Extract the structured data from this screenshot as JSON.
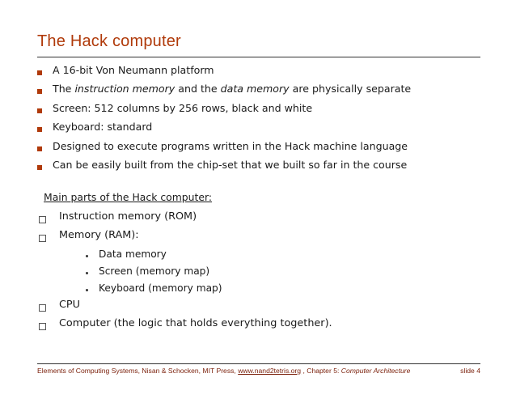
{
  "slide": {
    "title": "The Hack computer",
    "bullets": [
      {
        "text": "A 16-bit Von Neumann platform"
      },
      {
        "pre": "The ",
        "ital1": "instruction memory",
        "mid": " and the ",
        "ital2": "data memory",
        "post": " are physically separate"
      },
      {
        "text": "Screen: 512 columns by 256 rows, black and white"
      },
      {
        "text": "Keyboard: standard"
      },
      {
        "text": "Designed to execute programs written in the Hack machine language"
      },
      {
        "text": "Can be easily built from the chip-set that we built so far in the course"
      }
    ],
    "subhead": "Main parts of the Hack computer:",
    "parts": [
      {
        "label": "Instruction memory (ROM)",
        "children": []
      },
      {
        "label": "Memory (RAM):",
        "children": [
          "Data memory",
          "Screen (memory map)",
          "Keyboard (memory map)"
        ]
      },
      {
        "label": "CPU",
        "children": []
      },
      {
        "label": "Computer (the logic that holds everything together).",
        "children": []
      }
    ],
    "footer": {
      "text_before_link": "Elements of Computing Systems, Nisan & Schocken, MIT Press, ",
      "link": "www.nand2tetris.org",
      "text_after_link": " , Chapter 5: ",
      "chapter_italic": "Computer Architecture",
      "slide_number": "slide 4"
    },
    "colors": {
      "title": "#b03a0a",
      "bullet_marker": "#b03a0a",
      "footer": "#7a1f0a",
      "text": "#1a1a1a"
    }
  }
}
